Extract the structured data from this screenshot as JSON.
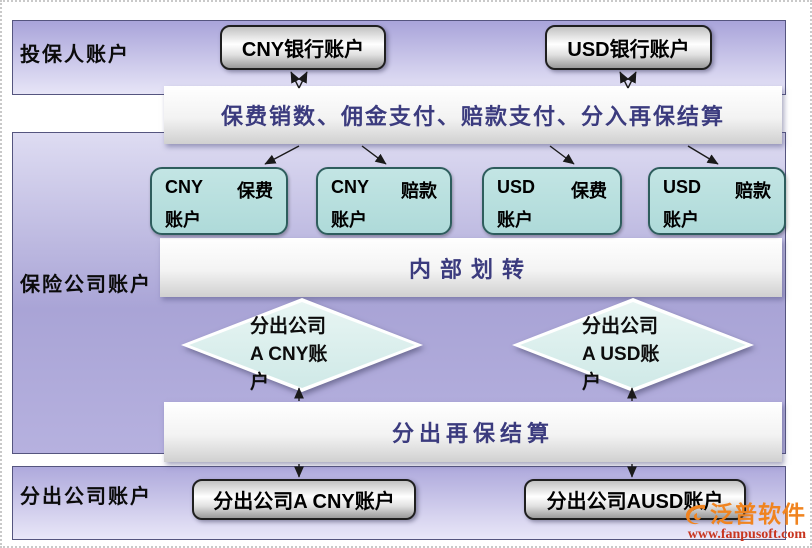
{
  "diagram": {
    "bands": [
      {
        "label": "投保人账户"
      },
      {
        "label": "保险公司账户"
      },
      {
        "label": "分出公司账户"
      }
    ],
    "bank_boxes": [
      {
        "label": "CNY银行账户"
      },
      {
        "label": "USD银行账户"
      }
    ],
    "banners": [
      {
        "label": "保费销数、佣金支付、赔款支付、分入再保结算"
      },
      {
        "label": "内部划转"
      },
      {
        "label": "分出再保结算"
      }
    ],
    "account_boxes": [
      {
        "currency": "CNY",
        "type": "保费",
        "suffix": "账户"
      },
      {
        "currency": "CNY",
        "type": "赔款",
        "suffix": "账户"
      },
      {
        "currency": "USD",
        "type": "保费",
        "suffix": "账户"
      },
      {
        "currency": "USD",
        "type": "赔款",
        "suffix": "账户"
      }
    ],
    "diamonds": [
      {
        "line1": "分出公司",
        "line2": "A CNY账",
        "line3": "户"
      },
      {
        "line1": "分出公司",
        "line2": "A USD账",
        "line3": "户"
      }
    ],
    "cedent_boxes": [
      {
        "label": "分出公司A CNY账户"
      },
      {
        "label": "分出公司AUSD账户"
      }
    ],
    "watermark": {
      "brand": "泛普软件",
      "url": "www.fanpusoft.com"
    },
    "colors": {
      "banner_text": "#3b3b7e",
      "band_purple": "#a9a4d6",
      "teal_fill": "#b7dfde",
      "box_metal_dark": "#9a9a9a",
      "watermark_orange": "#f08420",
      "watermark_red": "#c8351f"
    }
  }
}
